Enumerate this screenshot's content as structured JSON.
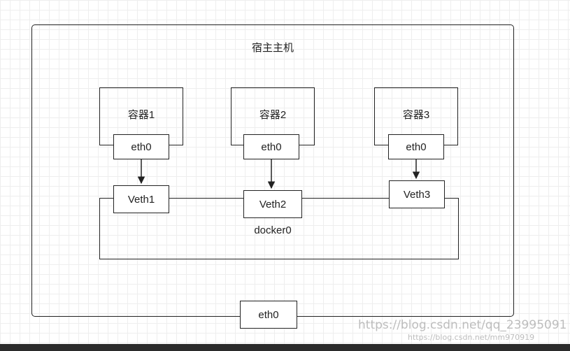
{
  "host": {
    "title": "宿主主机"
  },
  "containers": [
    {
      "name": "容器1",
      "iface": "eth0",
      "veth": "Veth1"
    },
    {
      "name": "容器2",
      "iface": "eth0",
      "veth": "Veth2"
    },
    {
      "name": "容器3",
      "iface": "eth0",
      "veth": "Veth3"
    }
  ],
  "bridge": {
    "name": "docker0"
  },
  "host_iface": "eth0",
  "watermarks": {
    "primary": "https://blog.csdn.net/qq_23995091",
    "secondary": "https://blog.csdn.net/mm970919"
  },
  "colors": {
    "line": "#222222",
    "grid": "#eeeeee",
    "bottom_bar": "#2b2b2b",
    "watermark": "#bdbdbd"
  }
}
